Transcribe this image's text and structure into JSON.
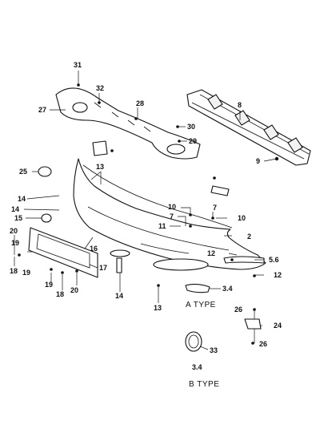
{
  "callouts": {
    "c31": "31",
    "c32": "32",
    "c27": "27",
    "c28": "28",
    "c30": "30",
    "c29": "29",
    "c8": "8",
    "c9": "9",
    "c25": "25",
    "c13a": "13",
    "c14a": "14",
    "c14b": "14",
    "c15": "15",
    "c20a": "20",
    "c19a": "19",
    "c18a": "18",
    "c19b": "19",
    "c16": "16",
    "c17": "17",
    "c19c": "19",
    "c18b": "18",
    "c20b": "20",
    "c14c": "14",
    "c13b": "13",
    "c10a": "10",
    "c7a": "7",
    "c11": "11",
    "c7b": "7",
    "c10b": "10",
    "c2": "2",
    "c12a": "12",
    "c56": "5.6",
    "c12b": "12",
    "c34a": "3.4",
    "c26a": "26",
    "c24": "24",
    "c26b": "26",
    "c33": "33",
    "c34b": "3.4"
  },
  "labels": {
    "a_type": "A TYPE",
    "b_type": "B TYPE"
  }
}
